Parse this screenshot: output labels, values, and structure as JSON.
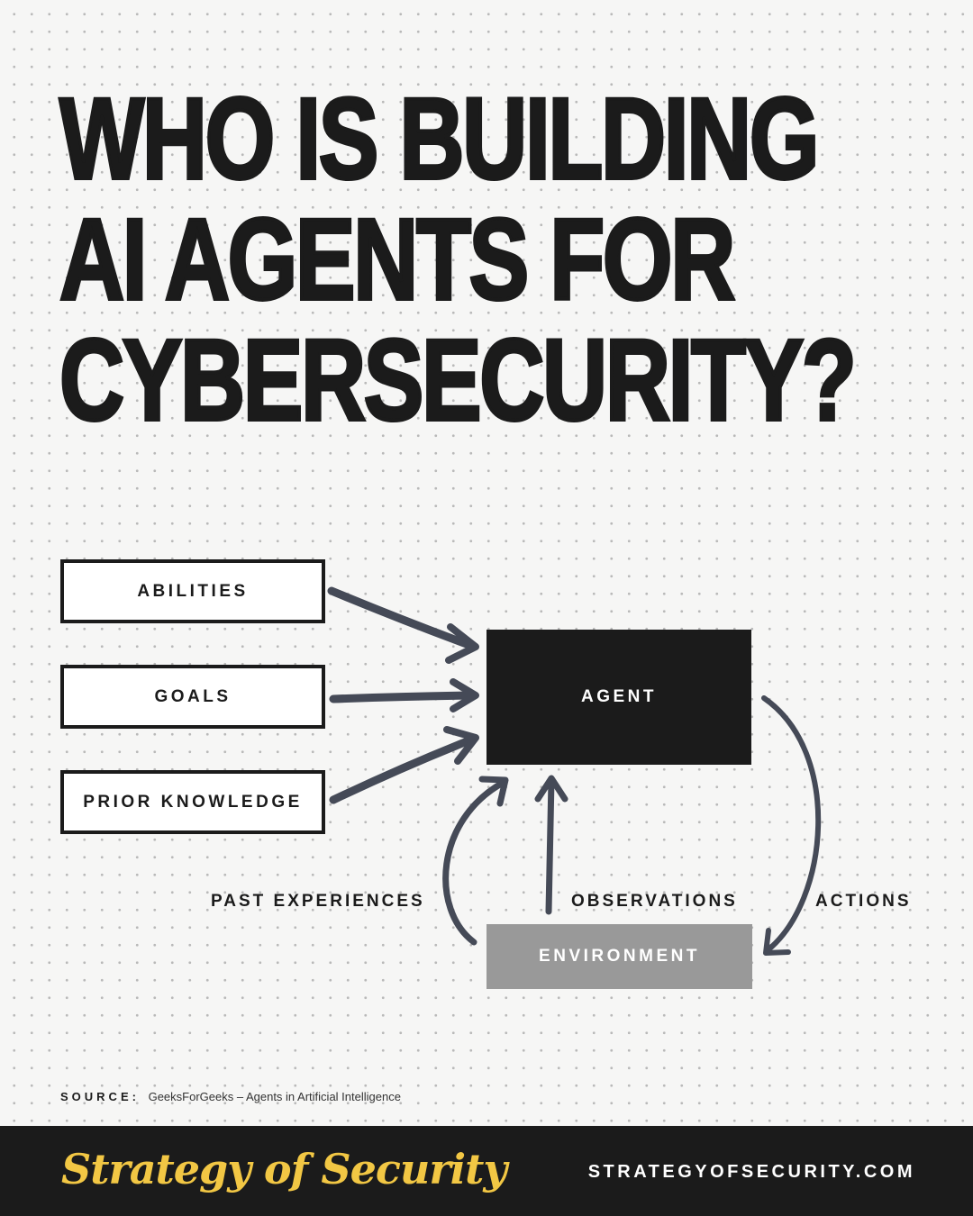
{
  "title": {
    "line1": "WHO IS BUILDING",
    "line2": "AI AGENTS FOR",
    "line3": "CYBERSECURITY?"
  },
  "diagram": {
    "inputs": {
      "abilities": "ABILITIES",
      "goals": "GOALS",
      "prior_knowledge": "PRIOR KNOWLEDGE"
    },
    "agent": "AGENT",
    "environment": "ENVIRONMENT",
    "flows": {
      "past_experiences": "PAST EXPERIENCES",
      "observations": "OBSERVATIONS",
      "actions": "ACTIONS"
    }
  },
  "source": {
    "key": "SOURCE:",
    "value": "GeeksForGeeks – Agents in Artificial Intelligence"
  },
  "footer": {
    "brand": "Strategy of Security",
    "url": "STRATEGYOFSECURITY.COM"
  },
  "colors": {
    "ink": "#1b1b1b",
    "arrow": "#454a57",
    "environment": "#999999",
    "brand_yellow": "#f2c744"
  }
}
